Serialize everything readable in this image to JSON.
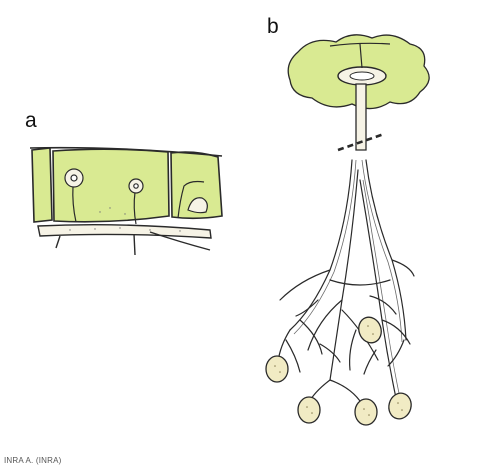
{
  "panels": {
    "a": {
      "label": "a"
    },
    "b": {
      "label": "b"
    }
  },
  "credit": "INRA A. (INRA)",
  "colors": {
    "tissue_green": "#d9ea92",
    "hypha_fill": "#f6f3e6",
    "outline": "#2a2a2a",
    "spore_fill": "#f1ebc4"
  }
}
